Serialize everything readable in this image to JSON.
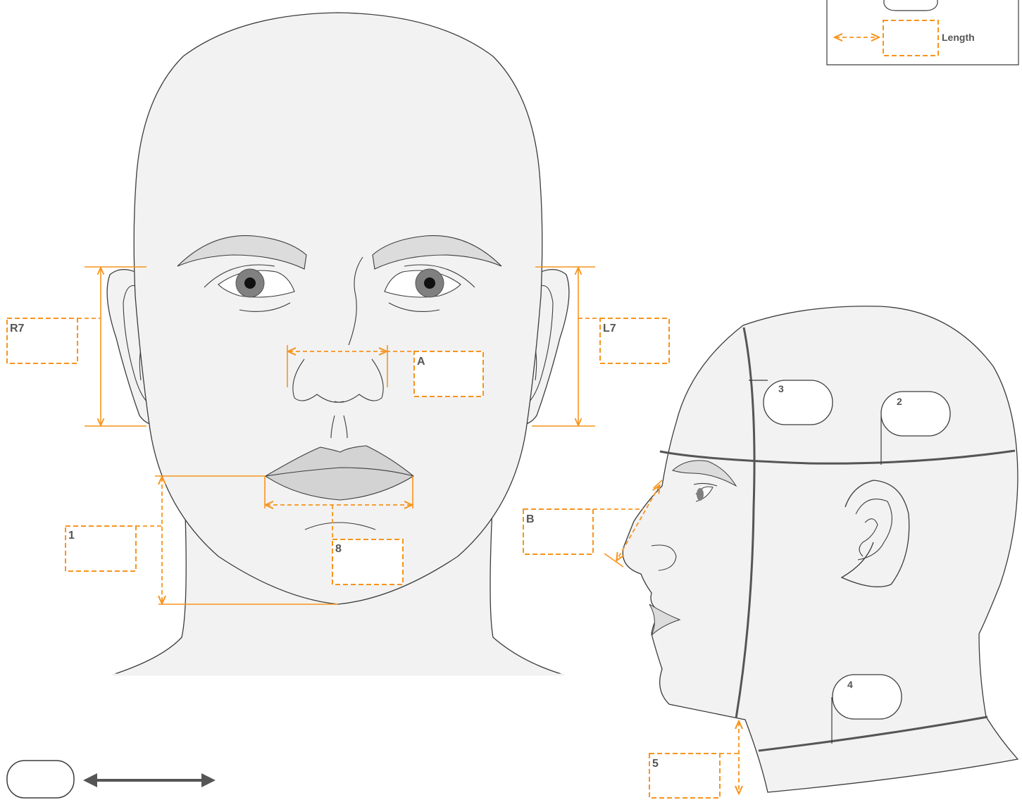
{
  "legend": {
    "length_label": "Length"
  },
  "measurements": {
    "R7": "R7",
    "L7": "L7",
    "A": "A",
    "B": "B",
    "m1": "1",
    "m8": "8",
    "m2": "2",
    "m3": "3",
    "m4": "4",
    "m5": "5"
  },
  "colors": {
    "accent": "#f7941d",
    "outline": "#3c3c3c",
    "skin": "#f2f2f2",
    "label": "#555555"
  },
  "icons": [
    "rounded-box-icon",
    "double-arrow-icon",
    "dashed-arrow-icon"
  ]
}
